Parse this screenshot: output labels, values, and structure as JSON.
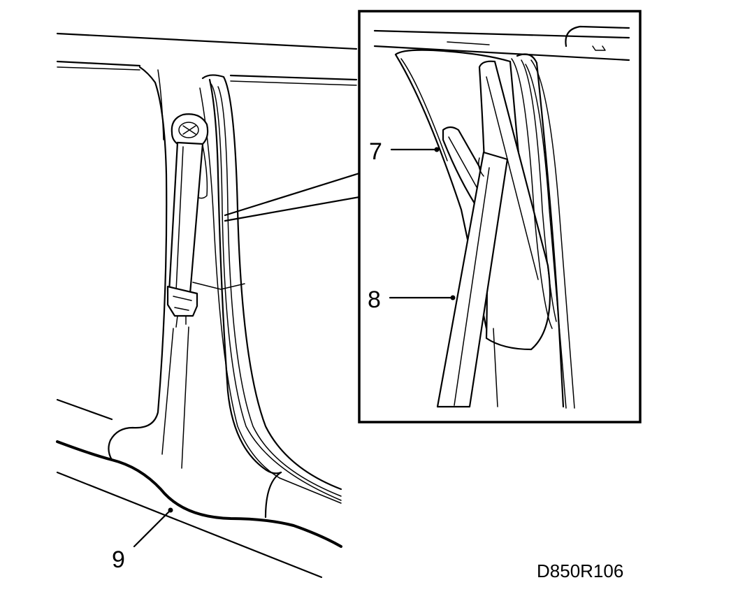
{
  "figure": {
    "callouts": [
      {
        "id": "callout-7",
        "label": "7"
      },
      {
        "id": "callout-8",
        "label": "8"
      },
      {
        "id": "callout-9",
        "label": "9"
      }
    ],
    "drawing_code": "D850R106"
  }
}
